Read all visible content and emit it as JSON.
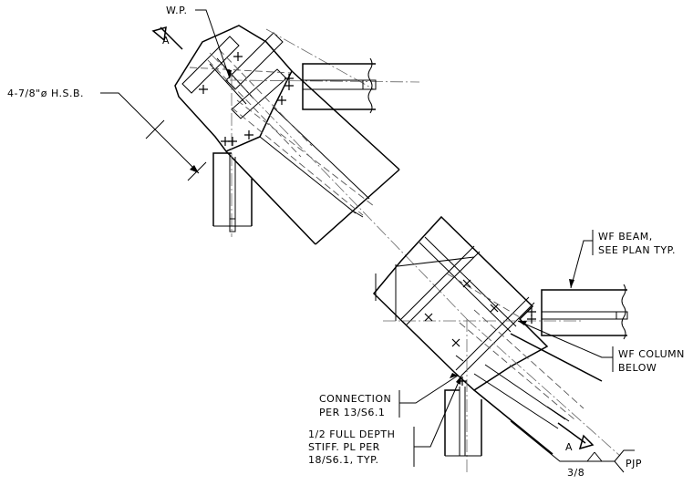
{
  "labels": {
    "wp": "W.P.",
    "bolts": "4-7/8\"ø H.S.B.",
    "wf_beam_1": "WF BEAM,",
    "wf_beam_2": "SEE PLAN TYP.",
    "wf_column_1": "WF COLUMN",
    "wf_column_2": "BELOW",
    "connection_1": "CONNECTION",
    "connection_2": "PER 13/S6.1",
    "stiff_1": "1/2 FULL DEPTH",
    "stiff_2": "STIFF. PL PER",
    "stiff_3": "18/S6.1, TYP.",
    "weld_size": "3/8",
    "weld_type": "PJP",
    "section_mark_top": "A",
    "section_mark_bottom": "A"
  },
  "colors": {
    "line": "#000000",
    "hidden": "#555555",
    "center": "#666666",
    "background": "#ffffff"
  }
}
